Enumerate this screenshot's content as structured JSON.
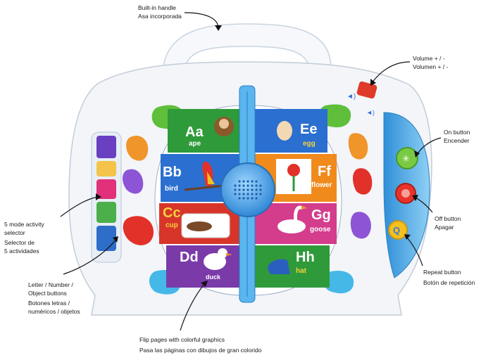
{
  "callouts": {
    "handle": {
      "en": "Built-in handle",
      "es": "Asa incorporada"
    },
    "volume": {
      "en": "Volume + / -",
      "es": "Volumen + / -"
    },
    "on": {
      "en": "On button",
      "es": "Encender"
    },
    "mode": {
      "en1": "5 mode activity",
      "en2": "selector",
      "es1": "Selector de",
      "es2": "5 actividades"
    },
    "off": {
      "en": "Off button",
      "es": "Apagar"
    },
    "letter": {
      "en1": "Letter / Number /",
      "en2": "Object buttons",
      "es1": "Botones letras /",
      "es2": "numéricos / objetos"
    },
    "repeat": {
      "en": "Repeat button",
      "es": "Botón de repetición"
    },
    "flip": {
      "en": "Flip pages with colorful graphics",
      "es": "Pasa las páginas con dibujos de gran colorido"
    }
  },
  "pages": {
    "left": [
      {
        "letters": "Aa",
        "word": "ape",
        "icon": "monkey-icon"
      },
      {
        "letters": "Bb",
        "word": "bird",
        "icon": "parrot-icon"
      },
      {
        "letters": "Cc",
        "word": "cup",
        "icon": "cup-icon"
      },
      {
        "letters": "Dd",
        "word": "duck",
        "icon": "duck-icon"
      }
    ],
    "right": [
      {
        "letters": "Ee",
        "word": "egg",
        "icon": "egg-icon"
      },
      {
        "letters": "Ff",
        "word": "flower",
        "icon": "flower-icon"
      },
      {
        "letters": "Gg",
        "word": "goose",
        "icon": "goose-icon"
      },
      {
        "letters": "Hh",
        "word": "hat",
        "icon": "hat-icon"
      }
    ]
  },
  "colors": {
    "body": "#f4f6fa",
    "rim": "#4aa8e6",
    "tile_green": "#2f9a3a",
    "tile_blue": "#2b6fd0",
    "tile_red": "#d8352a",
    "tile_purple": "#7a3aa8",
    "tile_orange": "#f08a1c",
    "tile_pink": "#d43c8c"
  }
}
